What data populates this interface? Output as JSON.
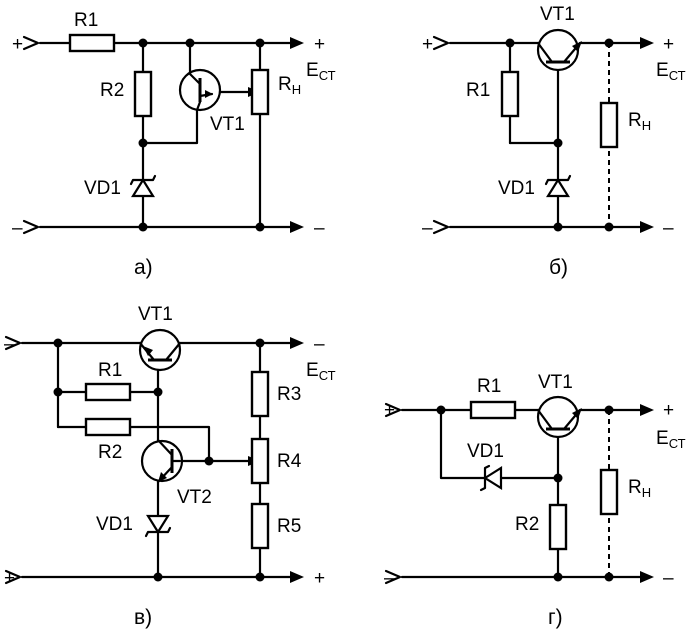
{
  "circuit_a": {
    "in_plus": "+",
    "in_minus": "–",
    "out_plus": "+",
    "out_minus": "–",
    "E": "E",
    "E_sub": "СТ",
    "R1": "R1",
    "R2": "R2",
    "RH": "R",
    "RH_sub": "Н",
    "VT1": "VT1",
    "VD1": "VD1",
    "caption": "а)"
  },
  "circuit_b": {
    "in_plus": "+",
    "in_minus": "–",
    "out_plus": "+",
    "out_minus": "–",
    "E": "E",
    "E_sub": "СТ",
    "R1": "R1",
    "RH": "R",
    "RH_sub": "Н",
    "VT1": "VT1",
    "VD1": "VD1",
    "caption": "б)"
  },
  "circuit_v": {
    "in_plus": "+",
    "in_minus": "–",
    "out_plus": "+",
    "out_minus": "–",
    "E": "E",
    "E_sub": "СТ",
    "R1": "R1",
    "R2": "R2",
    "R3": "R3",
    "R4": "R4",
    "R5": "R5",
    "VT1": "VT1",
    "VT2": "VT2",
    "VD1": "VD1",
    "caption": "в)"
  },
  "circuit_g": {
    "in_plus": "+",
    "in_minus": "–",
    "out_plus": "+",
    "out_minus": "–",
    "E": "E",
    "E_sub": "СТ",
    "R1": "R1",
    "R2": "R2",
    "RH": "R",
    "RH_sub": "Н",
    "VT1": "VT1",
    "VD1": "VD1",
    "caption": "г)"
  }
}
